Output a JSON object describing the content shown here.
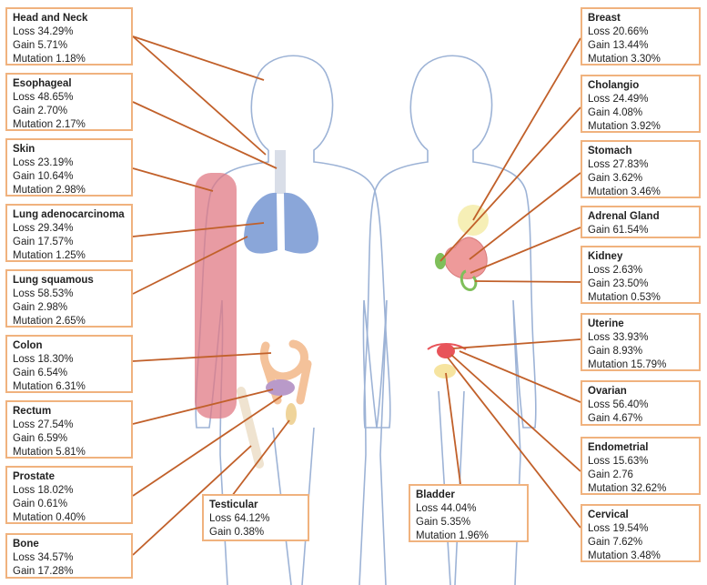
{
  "colors": {
    "box_border": "#f0b27e",
    "leader_line": "#c1602a",
    "body_outline": "#9db3d6",
    "lungs": "#8aa6d9",
    "skin_arm": "#e07a84",
    "colon": "#f4c29a",
    "stomach": "#ee9a9a",
    "uterus": "#e8545a"
  },
  "cancers": [
    {
      "id": "head-and-neck",
      "title": "Head and Neck",
      "rows": [
        "Loss 34.29%",
        "Gain 5.71%",
        "Mutation 1.18%"
      ]
    },
    {
      "id": "esophageal",
      "title": "Esophageal",
      "rows": [
        "Loss 48.65%",
        "Gain 2.70%",
        "Mutation 2.17%"
      ]
    },
    {
      "id": "skin",
      "title": "Skin",
      "rows": [
        "Loss 23.19%",
        "Gain 10.64%",
        "Mutation 2.98%"
      ]
    },
    {
      "id": "lung-adenocarcinoma",
      "title": "Lung adenocarcinoma",
      "rows": [
        "Loss 29.34%",
        "Gain 17.57%",
        "Mutation 1.25%"
      ]
    },
    {
      "id": "lung-squamous",
      "title": "Lung squamous",
      "rows": [
        "Loss 58.53%",
        "Gain 2.98%",
        "Mutation 2.65%"
      ]
    },
    {
      "id": "colon",
      "title": "Colon",
      "rows": [
        "Loss 18.30%",
        "Gain 6.54%",
        "Mutation 6.31%"
      ]
    },
    {
      "id": "rectum",
      "title": "Rectum",
      "rows": [
        "Loss 27.54%",
        "Gain 6.59%",
        "Mutation 5.81%"
      ]
    },
    {
      "id": "prostate",
      "title": "Prostate",
      "rows": [
        "Loss 18.02%",
        "Gain 0.61%",
        "Mutation 0.40%"
      ]
    },
    {
      "id": "bone",
      "title": "Bone",
      "rows": [
        "Loss 34.57%",
        "Gain 17.28%"
      ]
    },
    {
      "id": "testicular",
      "title": "Testicular",
      "rows": [
        "Loss 64.12%",
        "Gain 0.38%"
      ]
    },
    {
      "id": "bladder",
      "title": "Bladder",
      "rows": [
        "Loss 44.04%",
        "Gain 5.35%",
        "Mutation 1.96%"
      ]
    },
    {
      "id": "breast",
      "title": "Breast",
      "rows": [
        "Loss 20.66%",
        "Gain 13.44%",
        "Mutation 3.30%"
      ]
    },
    {
      "id": "cholangio",
      "title": "Cholangio",
      "rows": [
        "Loss 24.49%",
        "Gain 4.08%",
        "Mutation 3.92%"
      ]
    },
    {
      "id": "stomach",
      "title": "Stomach",
      "rows": [
        "Loss 27.83%",
        "Gain 3.62%",
        "Mutation 3.46%"
      ]
    },
    {
      "id": "adrenal-gland",
      "title": "Adrenal Gland",
      "rows": [
        "Gain 61.54%"
      ]
    },
    {
      "id": "kidney",
      "title": "Kidney",
      "rows": [
        "Loss 2.63%",
        "Gain 23.50%",
        "Mutation 0.53%"
      ]
    },
    {
      "id": "uterine",
      "title": "Uterine",
      "rows": [
        "Loss 33.93%",
        "Gain 8.93%",
        "Mutation 15.79%"
      ]
    },
    {
      "id": "ovarian",
      "title": "Ovarian",
      "rows": [
        "Loss 56.40%",
        "Gain 4.67%"
      ]
    },
    {
      "id": "endometrial",
      "title": "Endometrial",
      "rows": [
        "Loss 15.63%",
        "Gain 2.76",
        "Mutation 32.62%"
      ]
    },
    {
      "id": "cervical",
      "title": "Cervical",
      "rows": [
        "Loss 19.54%",
        "Gain 7.62%",
        "Mutation 3.48%"
      ]
    }
  ]
}
